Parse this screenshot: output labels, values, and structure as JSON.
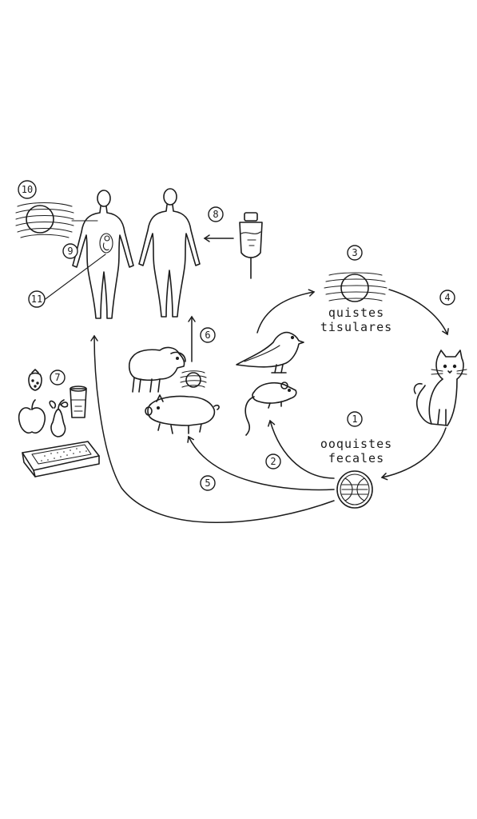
{
  "labels": {
    "tissue_cysts_line1": "quistes",
    "tissue_cysts_line2": "tisulares",
    "fecal_oocysts_line1": "ooquistes",
    "fecal_oocysts_line2": "fecales"
  },
  "steps": [
    {
      "id": "step-1",
      "number": "1"
    },
    {
      "id": "step-2",
      "number": "2"
    },
    {
      "id": "step-3",
      "number": "3"
    },
    {
      "id": "step-4",
      "number": "4"
    },
    {
      "id": "step-5",
      "number": "5"
    },
    {
      "id": "step-6",
      "number": "6"
    },
    {
      "id": "step-7",
      "number": "7"
    },
    {
      "id": "step-8",
      "number": "8"
    },
    {
      "id": "step-9",
      "number": "9"
    },
    {
      "id": "step-10",
      "number": "10"
    },
    {
      "id": "step-11",
      "number": "11"
    }
  ],
  "icons": [
    "human-figure-icon",
    "iv-bag-icon",
    "tissue-cyst-icon",
    "cat-icon",
    "oocyst-icon",
    "bird-icon",
    "mouse-icon",
    "sheep-icon",
    "pig-icon",
    "fruit-icon",
    "water-glass-icon",
    "litter-box-icon",
    "fetus-icon"
  ]
}
